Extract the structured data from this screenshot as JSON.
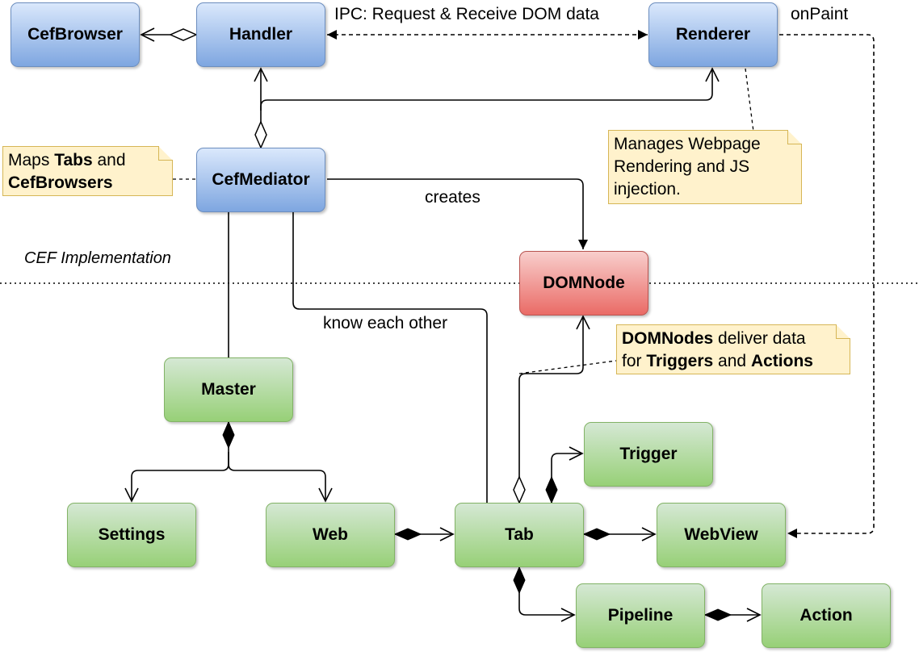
{
  "nodes": {
    "cef_browser": "CefBrowser",
    "handler": "Handler",
    "renderer": "Renderer",
    "cef_mediator": "CefMediator",
    "dom_node": "DOMNode",
    "master": "Master",
    "settings": "Settings",
    "web": "Web",
    "tab": "Tab",
    "trigger": "Trigger",
    "webview": "WebView",
    "pipeline": "Pipeline",
    "action": "Action"
  },
  "edge_labels": {
    "ipc": "IPC: Request & Receive DOM data",
    "on_paint": "onPaint",
    "creates": "creates",
    "know_each_other": "know each other"
  },
  "section_label": "CEF Implementation",
  "notes": {
    "mediator_note": {
      "part1": "Maps ",
      "bold1": "Tabs",
      "part2": " and",
      "bold2": "CefBrowsers"
    },
    "renderer_note": {
      "line1": "Manages Webpage",
      "line2": "Rendering and JS",
      "line3": "injection."
    },
    "domnode_note": {
      "bold1": "DOMNodes",
      "part1": " deliver data",
      "part2": "for ",
      "bold2": "Triggers",
      "part3": " and ",
      "bold3": "Actions"
    }
  },
  "colors": {
    "blue_fill": "#dae8fc",
    "green_fill": "#d5e8d4",
    "red_fill": "#f8cecc",
    "note_fill": "#fff2cc"
  }
}
